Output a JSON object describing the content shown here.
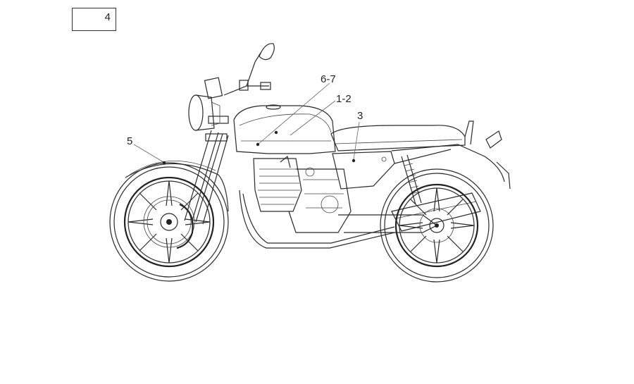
{
  "diagram": {
    "box_label": "4",
    "callouts": [
      {
        "id": "c67",
        "label": "6-7"
      },
      {
        "id": "c12",
        "label": "1-2"
      },
      {
        "id": "c3",
        "label": "3"
      },
      {
        "id": "c5",
        "label": "5"
      }
    ]
  }
}
